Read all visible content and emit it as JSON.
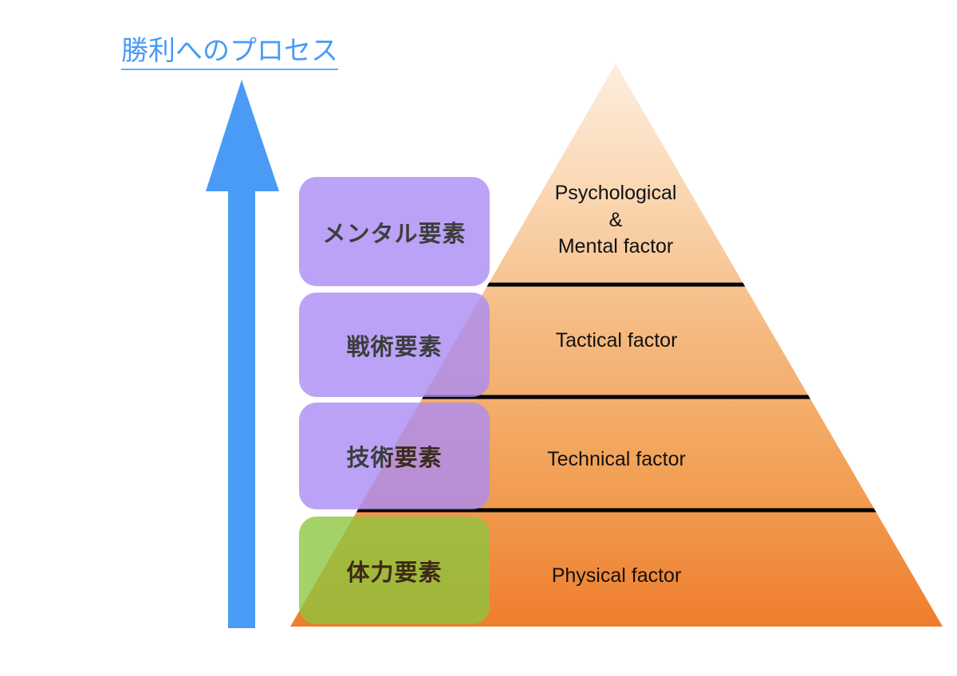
{
  "title": "勝利へのプロセス",
  "colors": {
    "title_blue": "#4a9bf5",
    "arrow_blue": "#4a9bf5",
    "pyramid_top": "#fae2c8",
    "pyramid_bottom": "#f08033",
    "purple_box": "#ab8cf5",
    "green_box": "#8cc63e",
    "divider": "#000000",
    "background": "#ffffff"
  },
  "arrow": {
    "direction": "up",
    "label": "progress-arrow"
  },
  "pyramid": {
    "type": "4-tier pyramid",
    "tiers": [
      {
        "index": 0,
        "name": "psychological-mental",
        "label": "Psychological\n&\nMental factor"
      },
      {
        "index": 1,
        "name": "tactical",
        "label": "Tactical factor"
      },
      {
        "index": 2,
        "name": "technical",
        "label": "Technical factor"
      },
      {
        "index": 3,
        "name": "physical",
        "label": "Physical factor"
      }
    ]
  },
  "elements": [
    {
      "index": 0,
      "name": "mental",
      "label": "メンタル要素",
      "color": "#ab8cf5"
    },
    {
      "index": 1,
      "name": "tactical",
      "label": "戦術要素",
      "color": "#ab8cf5"
    },
    {
      "index": 2,
      "name": "technical",
      "label": "技術要素",
      "color": "#ab8cf5"
    },
    {
      "index": 3,
      "name": "physical",
      "label": "体力要素",
      "color": "#8cc63e"
    }
  ]
}
